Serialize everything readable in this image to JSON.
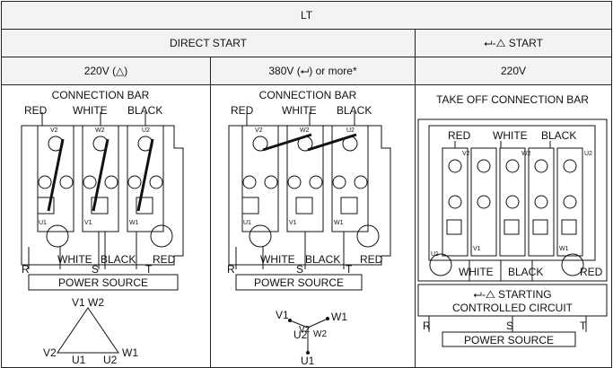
{
  "title": "LT",
  "direct_start": "DIRECT START",
  "yd_start": "⮠-△ START",
  "col1_voltage": "220V (△)",
  "col2_voltage": "380V (⮠) or more*",
  "col3_voltage": "220V",
  "p1": {
    "connection_bar": "CONNECTION BAR",
    "red": "RED",
    "white": "WHITE",
    "black": "BLACK",
    "r": "R",
    "s": "S",
    "t": "T",
    "power_source": "POWER SOURCE",
    "v1w2": "V1 W2",
    "v2": "V2",
    "w1": "W1",
    "u1": "U1",
    "u2": "U2"
  },
  "p2": {
    "connection_bar": "CONNECTION BAR",
    "red": "RED",
    "white": "WHITE",
    "black": "BLACK",
    "r": "R",
    "s": "S",
    "t": "T",
    "power_source": "POWER SOURCE",
    "v1": "V1",
    "v2": "V2",
    "w1": "W1",
    "w2": "W2",
    "u1": "U1",
    "u2": "U2"
  },
  "p3": {
    "take_off": "TAKE OFF CONNECTION BAR",
    "red": "RED",
    "white": "WHITE",
    "black": "BLACK",
    "starting1": "⮠-△ STARTING",
    "starting2": "CONTROLLED CIRCUIT",
    "r": "R",
    "s": "S",
    "t": "T",
    "power_source": "POWER SOURCE"
  },
  "terms": {
    "u1": "U1",
    "u2": "U2",
    "v1": "V1",
    "v2": "V2",
    "w1": "W1",
    "w2": "W2"
  }
}
